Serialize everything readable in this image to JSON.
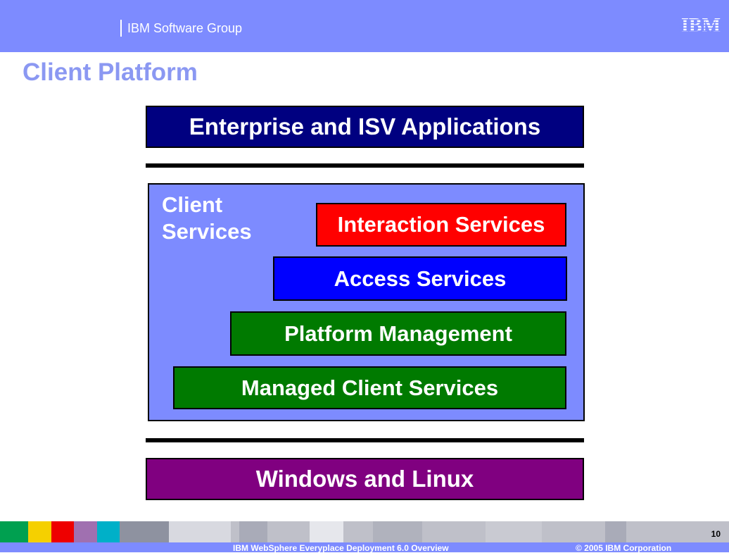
{
  "header": {
    "group_label": "IBM Software Group",
    "logo_text": "IBM"
  },
  "title": "Client Platform",
  "diagram": {
    "top_layer": "Enterprise and ISV Applications",
    "client_services_label": "Client Services",
    "services": {
      "interaction": "Interaction Services",
      "access": "Access Services",
      "platform": "Platform Management",
      "managed": "Managed Client Services"
    },
    "bottom_layer": "Windows and Linux"
  },
  "colors": {
    "header_blue": "#7d8bff",
    "title": "#8b98f2",
    "navy": "#000080",
    "red": "#ff0000",
    "blue": "#0000ff",
    "green": "#007a00",
    "purple": "#800080"
  },
  "footer": {
    "center_text": "IBM WebSphere Everyplace Deployment 6.0 Overview",
    "copyright": "© 2005 IBM Corporation",
    "page_number": "10"
  }
}
